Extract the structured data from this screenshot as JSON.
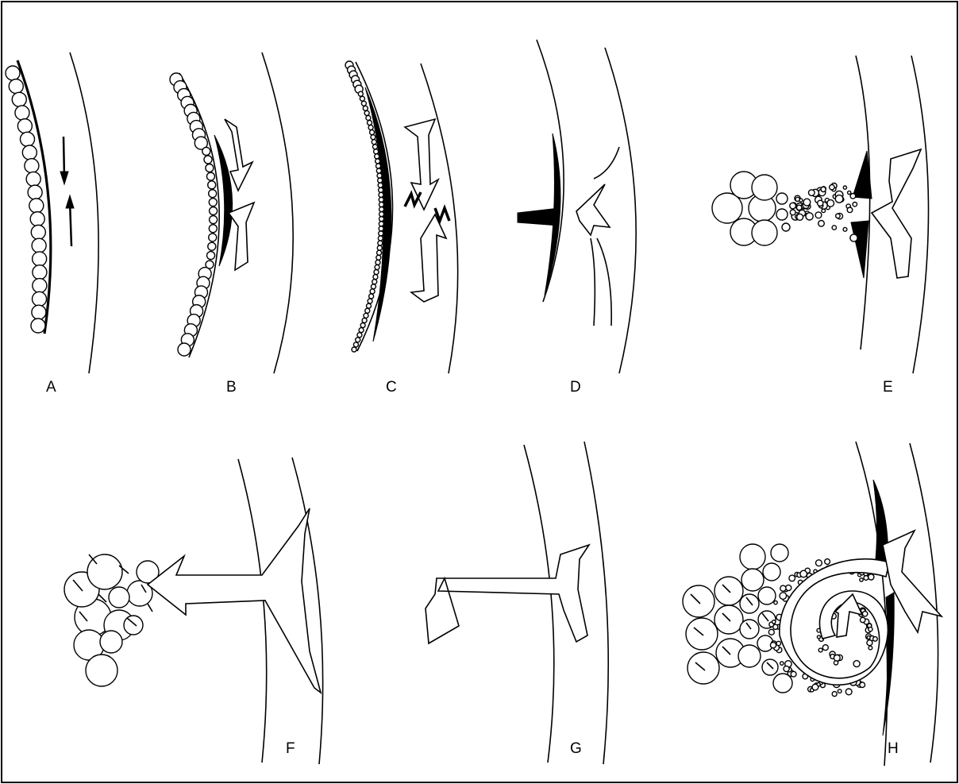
{
  "panels": [
    {
      "id": "A",
      "label": "A"
    },
    {
      "id": "B",
      "label": "B"
    },
    {
      "id": "C",
      "label": "C"
    },
    {
      "id": "D",
      "label": "D"
    },
    {
      "id": "E",
      "label": "E"
    },
    {
      "id": "F",
      "label": "F"
    },
    {
      "id": "G",
      "label": "G"
    },
    {
      "id": "H",
      "label": "H"
    }
  ]
}
